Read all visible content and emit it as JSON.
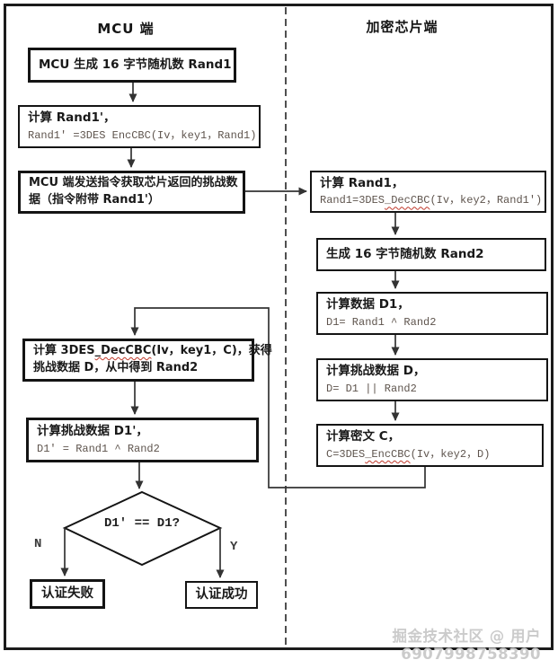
{
  "header": {
    "left_title": "MCU 端",
    "right_title": "加密芯片端"
  },
  "left": {
    "box1": {
      "text": "MCU 生成 16 字节随机数 Rand1"
    },
    "box2": {
      "line1": "计算 Rand1'，",
      "line2": "Rand1' =3DES EncCBC(Iv，key1，Rand1)"
    },
    "box3": {
      "line1": "MCU 端发送指令获取芯片返回的挑战数",
      "line2": "据（指令附带 Rand1'）"
    },
    "box4": {
      "line1_pre": "计算 3DES",
      "line1_fn": "_DecCBC",
      "line1_post": "(Iv，key1，C)，获得",
      "line2": "挑战数据 D，从中得到 Rand2"
    },
    "box5": {
      "line1": "计算挑战数据 D1'，",
      "line2": "D1' = Rand1 ^ Rand2"
    },
    "decision": {
      "label": "D1' == D1?"
    },
    "branch_no": "N",
    "branch_yes": "Y",
    "fail": {
      "label": "认证失败"
    },
    "success": {
      "label": "认证成功"
    }
  },
  "right": {
    "box1": {
      "line1": "计算 Rand1，",
      "line2_pre": "Rand1=3DES",
      "line2_fn": "_DecCBC",
      "line2_post": "(Iv，key2，Rand1')"
    },
    "box2": {
      "text": "生成 16 字节随机数 Rand2"
    },
    "box3": {
      "line1": "计算数据 D1，",
      "line2": "D1= Rand1 ^ Rand2"
    },
    "box4": {
      "line1": "计算挑战数据 D，",
      "line2": "D= D1 || Rand2"
    },
    "box5": {
      "line1": "计算密文 C，",
      "line2_pre": "C=3DES",
      "line2_fn": "_EncCBC",
      "line2_post": "(Iv，key2，D)"
    }
  },
  "footer": {
    "watermark": "掘金技术社区 @ 用户6907998758390"
  },
  "appearance": {
    "line_color": "#333333",
    "box_border_color": "#141414",
    "misspell_underline_color": "#c0392b",
    "watermark_color": "#cbcbcb"
  }
}
